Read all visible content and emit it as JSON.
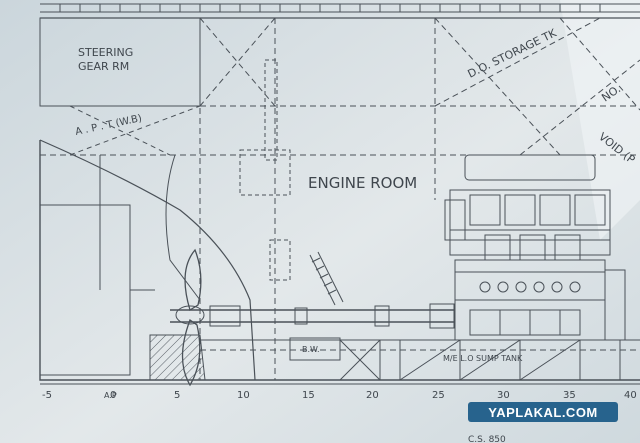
{
  "diagram": {
    "labels": {
      "steering_gear_line1": "STEERING",
      "steering_gear_line2": "GEAR RM",
      "engine_room": "ENGINE ROOM",
      "do_storage_tank": "D.O. STORAGE TK",
      "apt": "A . P . T (W.B)",
      "no": "NO.",
      "void": "VOID (P",
      "sump_tank": "M/E L.O SUMP TANK",
      "bw": "B.W.",
      "ap_mark": "A.P",
      "cs_note": "C.S. 850"
    },
    "frame_scale": [
      "-5",
      "0",
      "5",
      "10",
      "15",
      "20",
      "25",
      "30",
      "35",
      "40"
    ]
  },
  "watermark": "YAPLAKAL.COM",
  "colors": {
    "paper": "#dfe5e8",
    "line": "#4a5158",
    "watermark_bg": "#27638d"
  }
}
